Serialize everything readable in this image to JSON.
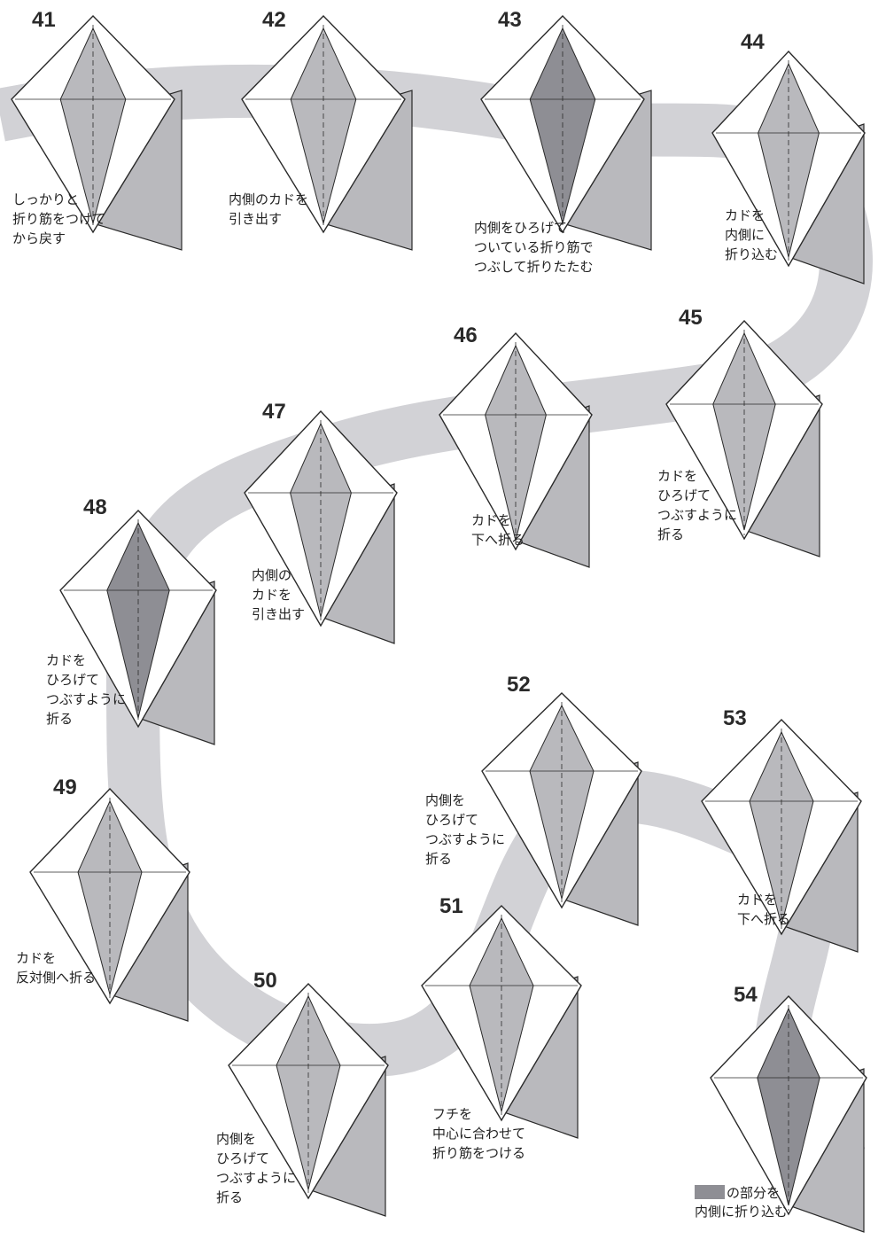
{
  "colors": {
    "path": "#d2d2d6",
    "paper_white": "#ffffff",
    "paper_gray": "#b9b9bd",
    "paper_dark": "#8e8e94",
    "line": "#2a2a2a"
  },
  "steps": [
    {
      "number": "41",
      "caption": [
        "しっかりと",
        "折り筋をつけて",
        "から戻す"
      ]
    },
    {
      "number": "42",
      "caption": [
        "内側のカドを",
        "引き出す"
      ]
    },
    {
      "number": "43",
      "caption": [
        "内側をひろげて",
        "ついている折り筋で",
        "つぶして折りたたむ"
      ]
    },
    {
      "number": "44",
      "caption": [
        "カドを",
        "内側に",
        "折り込む"
      ]
    },
    {
      "number": "45",
      "caption": [
        "カドを",
        "ひろげて",
        "つぶすように",
        "折る"
      ]
    },
    {
      "number": "46",
      "caption": [
        "カドを",
        "下へ折る"
      ]
    },
    {
      "number": "47",
      "caption": [
        "内側の",
        "カドを",
        "引き出す"
      ]
    },
    {
      "number": "48",
      "caption": [
        "カドを",
        "ひろげて",
        "つぶすように",
        "折る"
      ]
    },
    {
      "number": "49",
      "caption": [
        "カドを",
        "反対側へ折る"
      ]
    },
    {
      "number": "50",
      "caption": [
        "内側を",
        "ひろげて",
        "つぶすように",
        "折る"
      ]
    },
    {
      "number": "51",
      "caption": [
        "フチを",
        "中心に合わせて",
        "折り筋をつける"
      ]
    },
    {
      "number": "52",
      "caption": [
        "内側を",
        "ひろげて",
        "つぶすように",
        "折る"
      ]
    },
    {
      "number": "53",
      "caption": [
        "カドを",
        "下へ折る"
      ]
    },
    {
      "number": "54",
      "caption": []
    }
  ],
  "legend": {
    "swatch_color": "#8e8e94",
    "line1": "の部分を",
    "line2": "内側に折り込む"
  }
}
